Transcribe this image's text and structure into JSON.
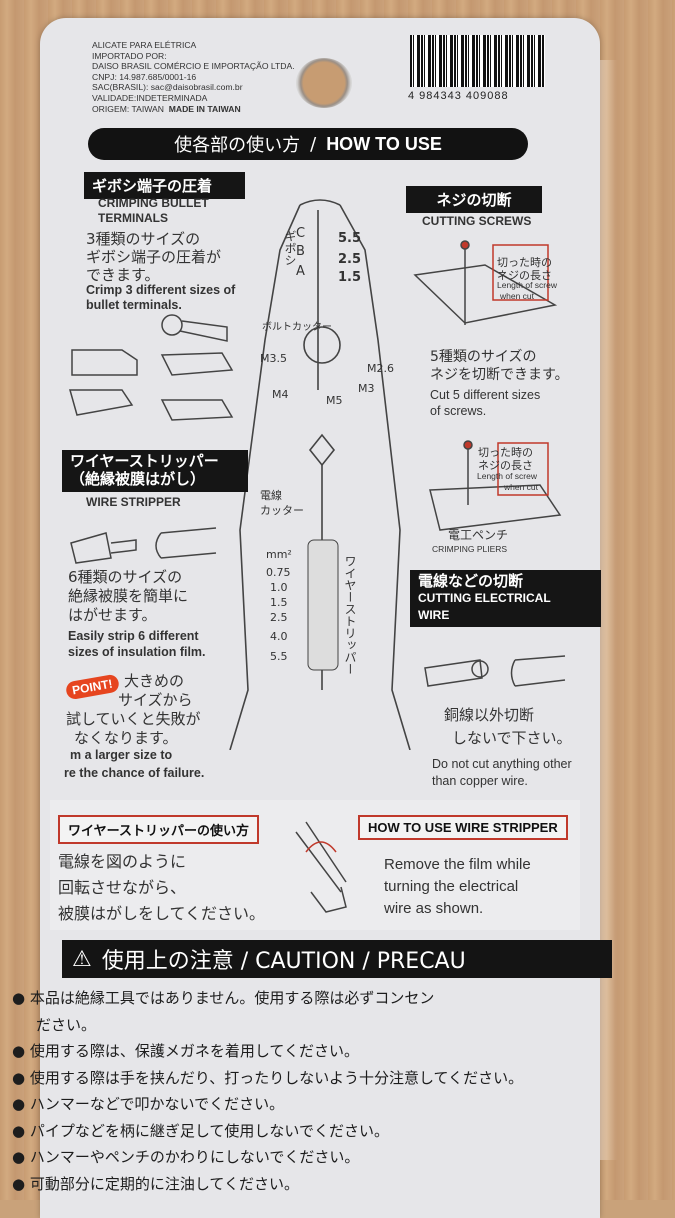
{
  "importer": {
    "lines": [
      "ALICATE PARA ELÉTRICA",
      "IMPORTADO POR:",
      "DAISO BRASIL COMÉRCIO E IMPORTAÇÃO LTDA.",
      "CNPJ: 14.987.685/0001-16",
      "SAC(BRASIL): sac@daisobrasil.com.br",
      "VALIDADE:INDETERMINADA",
      "ORIGEM: TAIWAN"
    ],
    "made_in": "MADE IN TAIWAN"
  },
  "barcode_number": "4 984343 409088",
  "section_title": {
    "jp": "使各部の使い方",
    "sep": "/",
    "en": "HOW TO USE"
  },
  "crimping": {
    "tag_jp": "ギボシ端子の圧着",
    "tag_en1": "CRIMPING BULLET",
    "tag_en2": "TERMINALS",
    "desc_jp1": "3種類のサイズの",
    "desc_jp2": "ギボシ端子の圧着が",
    "desc_jp3": "できます。",
    "desc_en1": "Crimp 3 different sizes of",
    "desc_en2": "bullet terminals."
  },
  "screws": {
    "tag_jp": "ネジの切断",
    "tag_en": "CUTTING SCREWS",
    "len_jp1": "切った時の",
    "len_jp2": "ネジの長さ",
    "len_en1": "Length of screw",
    "len_en2": "when cut",
    "desc_jp1": "5種類のサイズの",
    "desc_jp2": "ネジを切断できます。",
    "desc_en1": "Cut 5 different sizes",
    "desc_en2": "of screws.",
    "len2_jp1": "切った時の",
    "len2_jp2": "ネジの長さ",
    "len2_en1": "Length of screw",
    "len2_en2": "when cut",
    "pliers_jp": "電工ペンチ",
    "pliers_en": "CRIMPING PLIERS"
  },
  "plier_labels": {
    "giboshi": "ギボシ",
    "letters": [
      "C",
      "B",
      "A"
    ],
    "sizes": [
      "5.5",
      "2.5",
      "1.5"
    ],
    "bolt_cutter": "ボルトカッター",
    "screw_sizes": [
      "M3.5",
      "M4",
      "M5",
      "M3",
      "M2.6"
    ],
    "wire_cutter1": "電線",
    "wire_cutter2": "カッター",
    "mm2": "mm²",
    "wire_sizes": [
      "0.75",
      "1.0",
      "1.5",
      "2.5",
      "4.0",
      "5.5"
    ],
    "wire_stripper_v": "ワイヤーストリッパー"
  },
  "stripper": {
    "tag_jp1": "ワイヤーストリッパー",
    "tag_jp2": "（絶縁被膜はがし）",
    "tag_en": "WIRE STRIPPER",
    "desc_jp1": "6種類のサイズの",
    "desc_jp2": "絶縁被膜を簡単に",
    "desc_jp3": "はがせます。",
    "desc_en1": "Easily strip 6 different",
    "desc_en2": "sizes of insulation film.",
    "point": "POINT!",
    "tip_jp1": "大きめの",
    "tip_jp2": "サイズから",
    "tip_jp3": "試していくと失敗が",
    "tip_jp4": "なくなります。",
    "tip_en1": "m a larger size to",
    "tip_en2": "re the chance of failure."
  },
  "electrical": {
    "tag_jp": "電線などの切断",
    "tag_en1": "CUTTING ELECTRICAL",
    "tag_en2": "WIRE",
    "warn_jp1": "銅線以外切断",
    "warn_jp2": "しないで下さい。",
    "warn_en1": "Do not cut anything other",
    "warn_en2": "than copper wire."
  },
  "howto_stripper": {
    "box_jp": "ワイヤーストリッパーの使い方",
    "box_en": "HOW TO USE WIRE STRIPPER",
    "jp1": "電線を図のように",
    "jp2": "回転させながら、",
    "jp3": "被膜はがしをしてください。",
    "en1": "Remove the film while",
    "en2": "turning the electrical",
    "en3": "wire as shown."
  },
  "caution": {
    "title": "使用上の注意 / CAUTION / PRECAU",
    "items": [
      "本品は絶縁工具ではありません。使用する際は必ずコンセン",
      "ださい。",
      "使用する際は、保護メガネを着用してください。",
      "使用する際は手を挟んだり、打ったりしないよう十分注意してください。",
      "ハンマーなどで叩かないでください。",
      "パイプなどを柄に継ぎ足して使用しないでください。",
      "ハンマーやペンチのかわりにしないでください。",
      "可動部分に定期的に注油してください。"
    ]
  }
}
